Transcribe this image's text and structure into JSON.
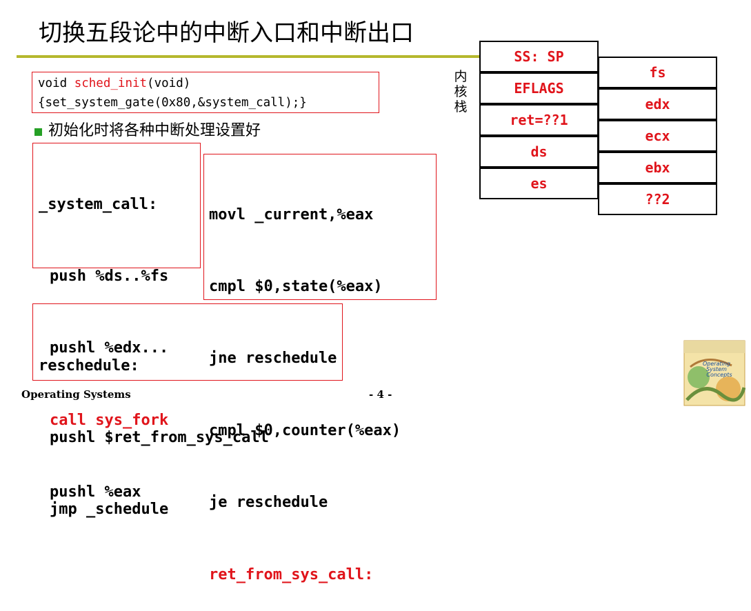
{
  "title": "切换五段论中的中断入口和中断出口",
  "init_code": {
    "line1_prefix": "void ",
    "line1_func": "sched_init",
    "line1_suffix": "(void)",
    "line2": "{set_system_gate(0x80,&system_call);}"
  },
  "bullet": "初始化时将各种中断处理设置好",
  "system_call_block": {
    "label": "_system_call:",
    "line1": "push %ds..%fs",
    "line2": "pushl %edx...",
    "line3": "call sys_fork",
    "line4": "pushl %eax"
  },
  "movl_block": {
    "line1": "movl _current,%eax",
    "line2": "cmpl $0,state(%eax)",
    "line3": "jne reschedule",
    "line4": "cmpl $0,counter(%eax)",
    "line5": "je reschedule",
    "line6": "ret_from_sys_call:"
  },
  "reschedule_block": {
    "label": "reschedule:",
    "line1": "pushl $ret_from_sys_call",
    "line2": "jmp _schedule"
  },
  "kernel_stack_label": "内核栈",
  "stack_left": [
    "SS: SP",
    "EFLAGS",
    "ret=??1",
    "ds",
    "es"
  ],
  "stack_right": [
    "fs",
    "edx",
    "ecx",
    "ebx",
    "??2"
  ],
  "footer": {
    "left": "Operating Systems",
    "page": "- 4 -"
  },
  "book_cover": {
    "line1": "Operating",
    "line2": "System",
    "line3": "Concepts"
  },
  "colors": {
    "accent_red": "#e0141b",
    "title_rule": "#b5b82d",
    "bullet_green": "#26a026"
  }
}
